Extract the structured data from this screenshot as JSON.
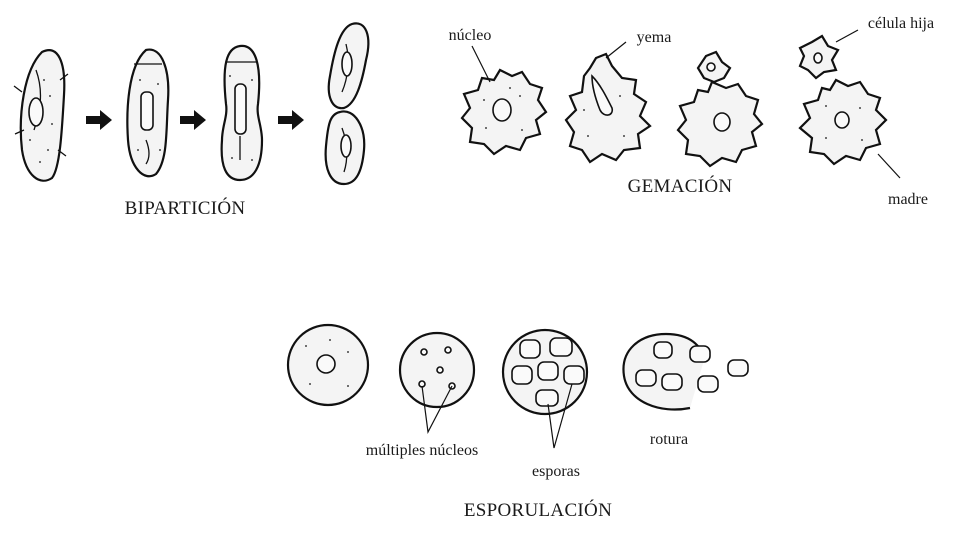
{
  "sections": {
    "biparticion": {
      "caption": "BIPARTICIÓN"
    },
    "gemacion": {
      "caption": "GEMACIÓN",
      "labels": {
        "nucleo": "núcleo",
        "yema": "yema",
        "celula_hija": "célula hija",
        "madre": "madre"
      }
    },
    "esporulacion": {
      "caption": "ESPORULACIÓN",
      "labels": {
        "multiples_nucleos": "múltiples núcleos",
        "esporas": "esporas",
        "rotura": "rotura"
      }
    }
  }
}
